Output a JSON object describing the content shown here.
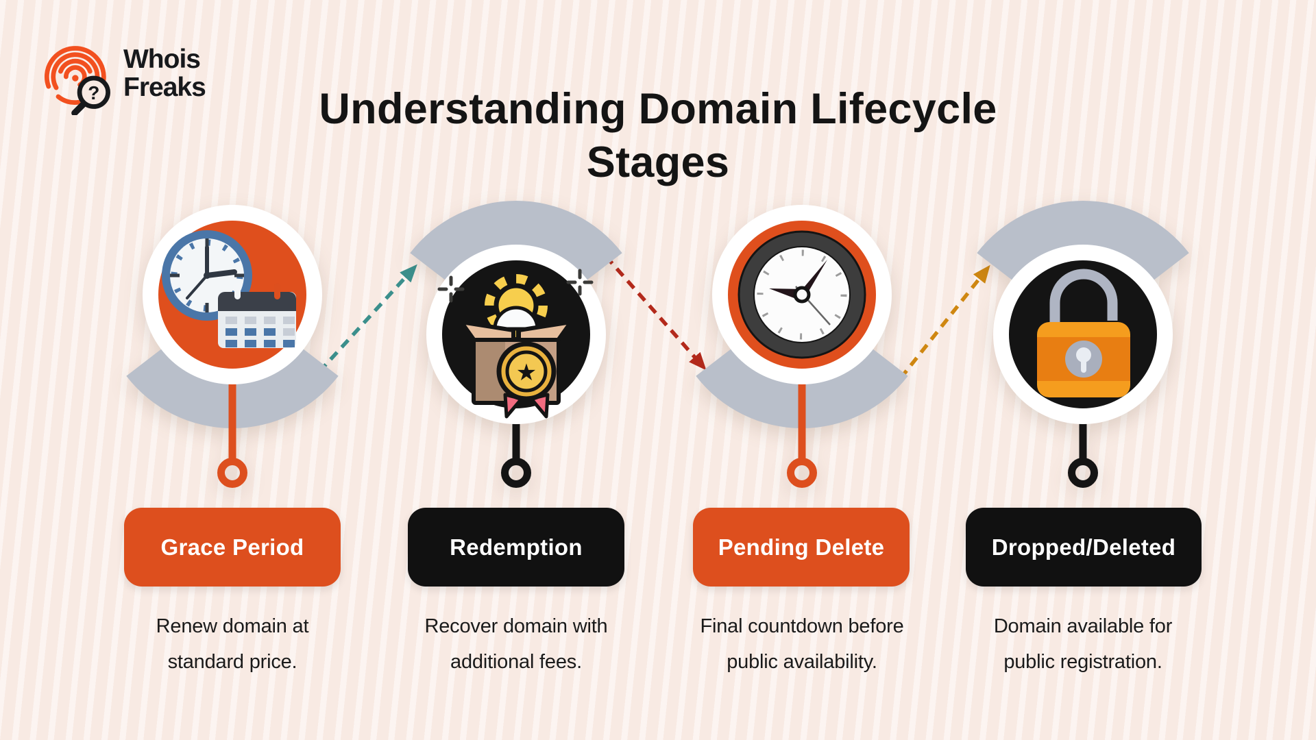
{
  "logo": {
    "brand_line1": "Whois",
    "brand_line2": "Freaks"
  },
  "title": {
    "text": "Understanding Domain Lifecycle\nStages"
  },
  "stages": [
    {
      "label": "Grace Period",
      "description": "Renew domain at\nstandard price.",
      "button_color": "#DD4F1E",
      "circle_color": "#DF4F1D",
      "icon": "clock-calendar-icon"
    },
    {
      "label": "Redemption",
      "description": "Recover domain with\nadditional fees.",
      "button_color": "#111111",
      "circle_color": "#141414",
      "icon": "open-box-reward-icon"
    },
    {
      "label": "Pending Delete",
      "description": "Final countdown before\npublic availability.",
      "button_color": "#DD4F1E",
      "circle_color": "#DF4F1D",
      "icon": "wall-clock-icon"
    },
    {
      "label": "Dropped/Deleted",
      "description": "Domain available for\npublic registration.",
      "button_color": "#111111",
      "circle_color": "#141414",
      "icon": "open-padlock-icon"
    }
  ],
  "colors": {
    "background": "#F8EAE3",
    "orange_accent": "#DD4F1E",
    "black_accent": "#141414",
    "arc_gray": "#B9BFCA",
    "arrow_teal": "#3B8F8C",
    "arrow_red": "#B3291B",
    "arrow_amber": "#CF8711"
  }
}
